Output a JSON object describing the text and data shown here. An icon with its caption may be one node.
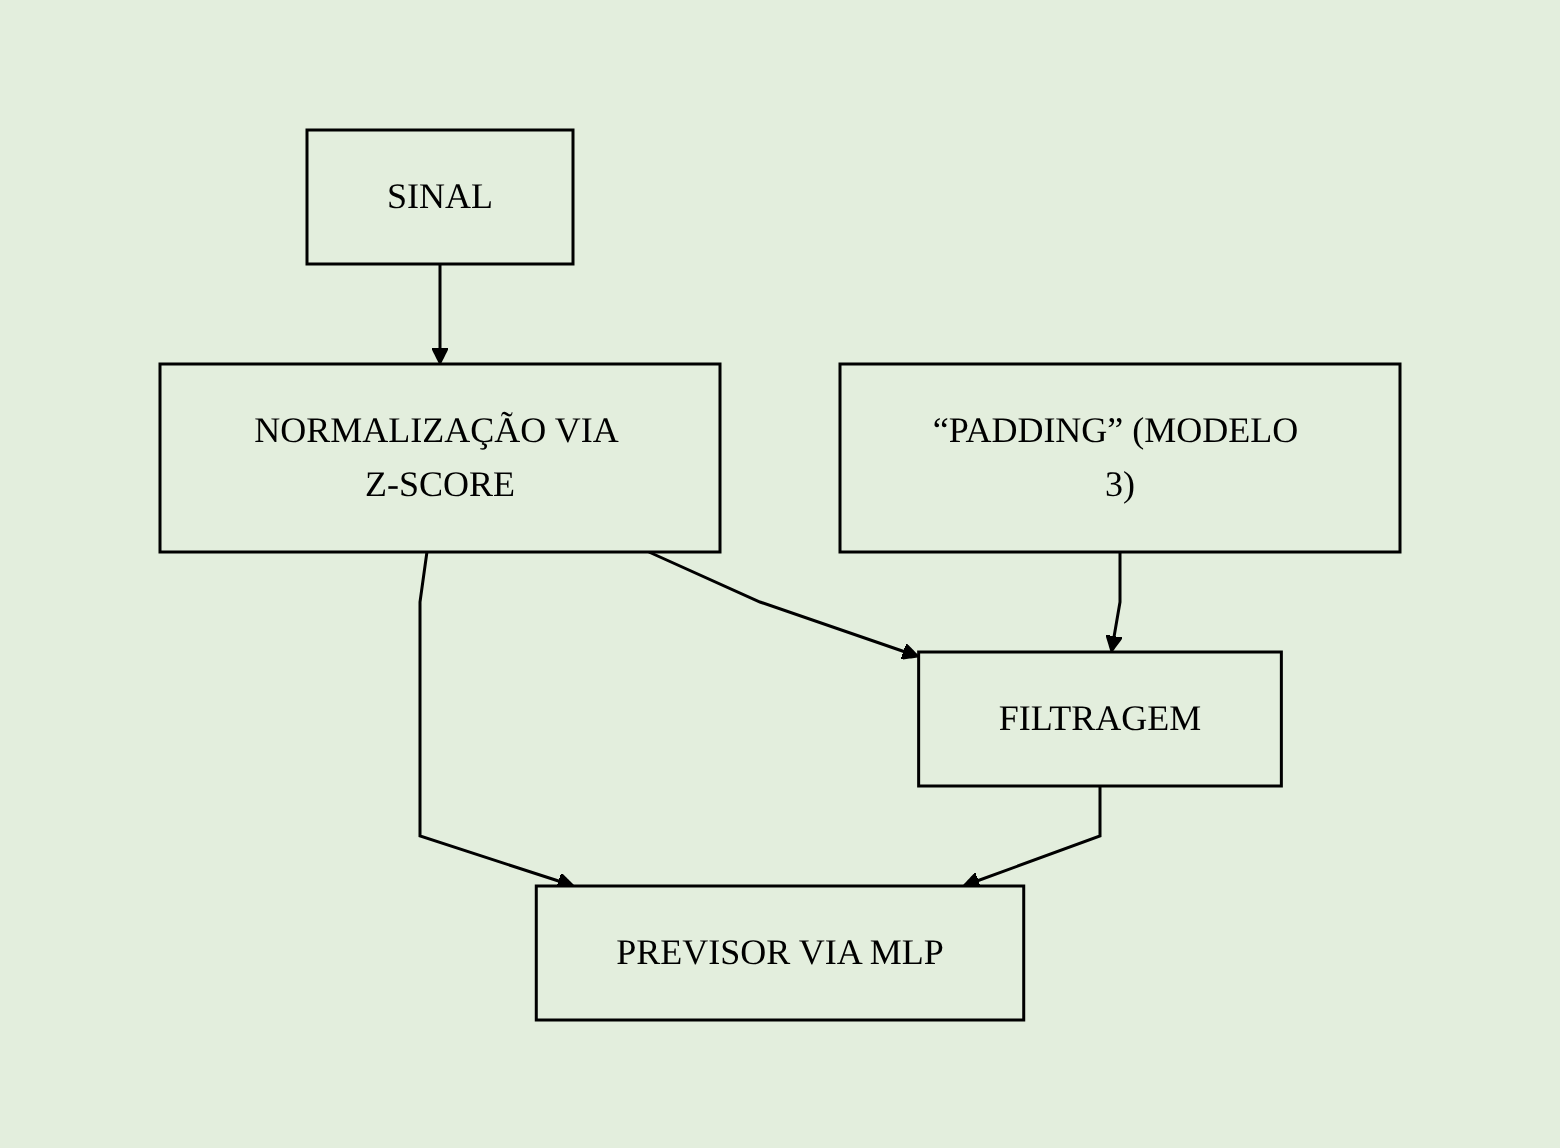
{
  "diagram": {
    "nodes": [
      {
        "text": [
          "SINAL"
        ]
      },
      {
        "text": [
          "NORMALIZAÇÃO VIA Z-SCORE"
        ]
      },
      {
        "text": [
          "FILTRAGEM"
        ]
      },
      {
        "text": [
          "“PADDING” (MODELO 3)"
        ]
      },
      {
        "text": [
          "PREVISOR VIA MLP"
        ]
      }
    ],
    "edges": [
      {
        "from": 0,
        "to": 1,
        "arrow": "to"
      },
      {
        "from": 1,
        "to": 2,
        "arrow": "to"
      },
      {
        "from": 3,
        "to": 2,
        "arrow": "to"
      },
      {
        "from": 1,
        "to": 4,
        "arrow": "to"
      },
      {
        "from": 2,
        "to": 4,
        "arrow": "to"
      }
    ]
  }
}
